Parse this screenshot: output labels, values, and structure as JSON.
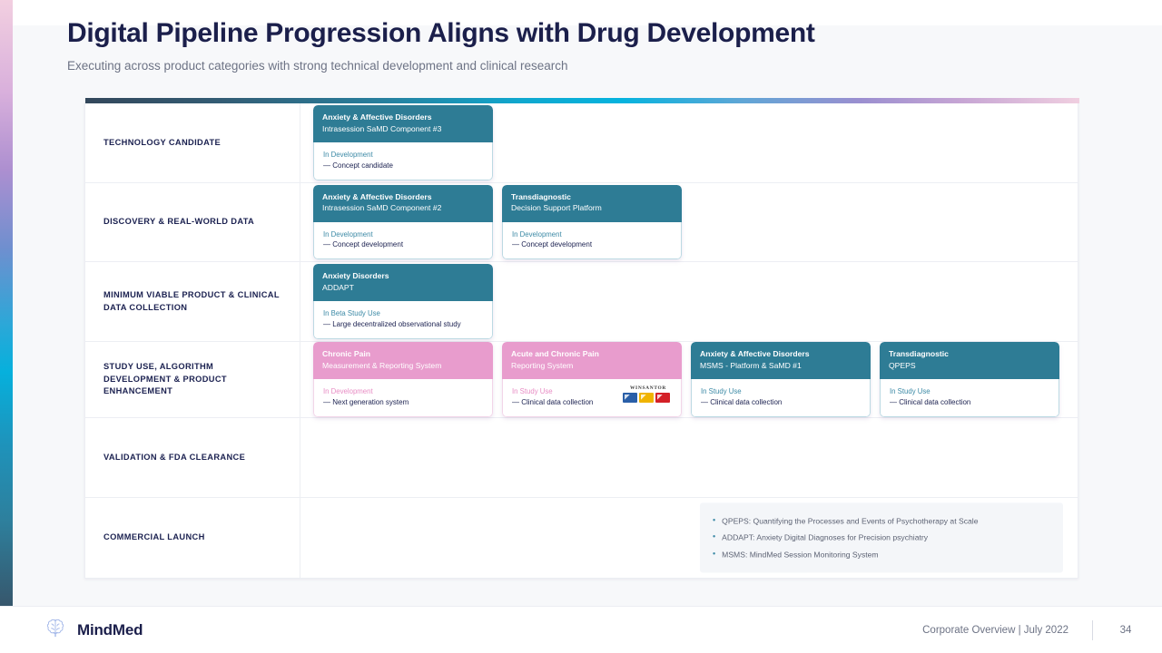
{
  "header": {
    "title": "Digital Pipeline Progression Aligns with Drug Development",
    "subtitle": "Executing across product categories with strong technical development and clinical research"
  },
  "colors": {
    "title": "#1b1f4b",
    "teal": "#2e7c95",
    "pink": "#e89ccd",
    "teal_status": "#3c8aa6",
    "pink_status": "#e88cc4",
    "subtitle": "#6d7385"
  },
  "pipeline": {
    "rows": [
      {
        "label": "TECHNOLOGY CANDIDATE",
        "cards": [
          {
            "variant": "teal",
            "category": "Anxiety & Affective Disorders",
            "name": "Intrasession SaMD Component #3",
            "status": "In Development",
            "detail": "— Concept candidate",
            "partner": null
          }
        ]
      },
      {
        "label": "DISCOVERY & REAL-WORLD DATA",
        "cards": [
          {
            "variant": "teal",
            "category": "Anxiety & Affective Disorders",
            "name": "Intrasession SaMD Component #2",
            "status": "In Development",
            "detail": "— Concept development",
            "partner": null
          },
          {
            "variant": "teal",
            "category": "Transdiagnostic",
            "name": "Decision Support Platform",
            "status": "In Development",
            "detail": "— Concept development",
            "partner": null
          }
        ]
      },
      {
        "label": "MINIMUM VIABLE PRODUCT & CLINICAL DATA COLLECTION",
        "cards": [
          {
            "variant": "teal",
            "category": "Anxiety Disorders",
            "name": "ADDAPT",
            "status": "In Beta Study Use",
            "detail": "— Large decentralized observational study",
            "partner": null
          }
        ]
      },
      {
        "label": "STUDY USE, ALGORITHM DEVELOPMENT & PRODUCT ENHANCEMENT",
        "cards": [
          {
            "variant": "pink",
            "category": "Chronic Pain",
            "name": "Measurement & Reporting System",
            "status": "In Development",
            "detail": "— Next generation system",
            "partner": null
          },
          {
            "variant": "pink",
            "category": "Acute and Chronic Pain",
            "name": "Reporting System",
            "status": "In Study Use",
            "detail": "— Clinical data collection",
            "partner": "WINSANTOR"
          },
          {
            "variant": "teal",
            "category": "Anxiety & Affective Disorders",
            "name": "MSMS - Platform & SaMD #1",
            "status": "In Study Use",
            "detail": "— Clinical data collection",
            "partner": null
          },
          {
            "variant": "teal",
            "category": "Transdiagnostic",
            "name": "QPEPS",
            "status": "In Study Use",
            "detail": "— Clinical data collection",
            "partner": null
          }
        ]
      },
      {
        "label": "VALIDATION & FDA CLEARANCE",
        "cards": []
      },
      {
        "label": "COMMERCIAL LAUNCH",
        "cards": []
      }
    ]
  },
  "legend": {
    "items": [
      "QPEPS: Quantifying the Processes and Events of Psychotherapy at Scale",
      "ADDAPT: Anxiety Digital Diagnoses for Precision psychiatry",
      "MSMS: MindMed Session Monitoring System"
    ]
  },
  "footer": {
    "brand": "MindMed",
    "note": "Corporate Overview | July 2022",
    "page": "34"
  }
}
